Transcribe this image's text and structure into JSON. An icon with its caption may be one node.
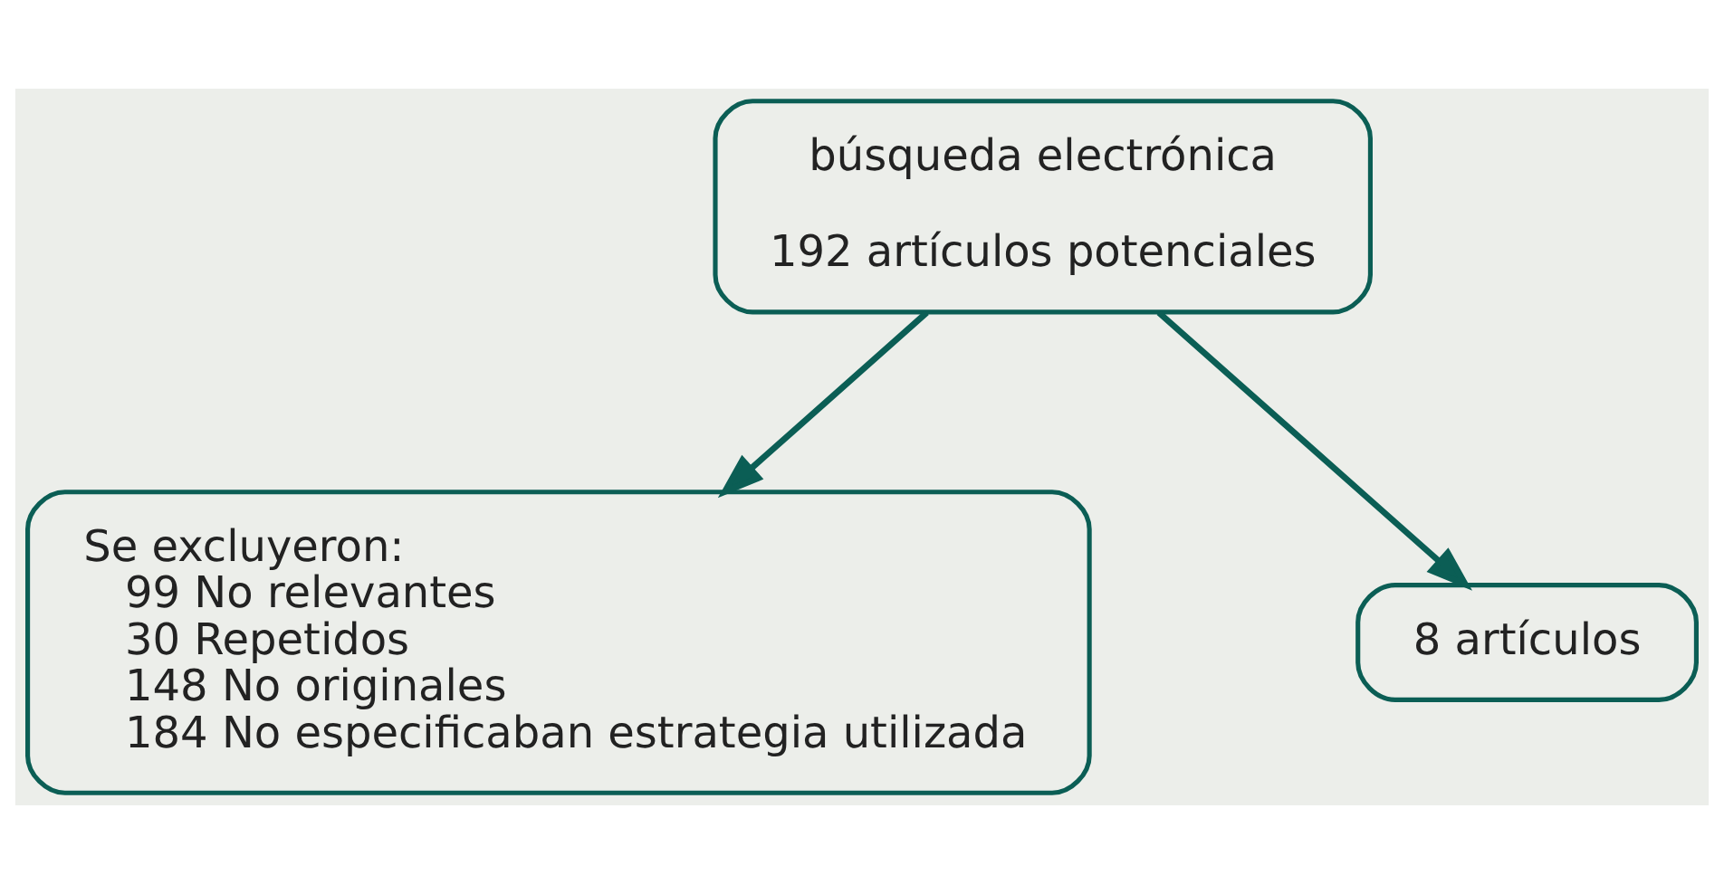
{
  "diagram": {
    "nodes": [
      {
        "text": [
          "búsqueda electrónica",
          "192 artículos potenciales"
        ]
      },
      {
        "text": [
          "Se excluyeron:",
          "99 No relevantes",
          "30 Repetidos",
          "148 No originales",
          "184 No especificaban estrategia utilizada"
        ]
      },
      {
        "text": [
          "8 artículos"
        ]
      }
    ],
    "edges": [
      {
        "from": 0,
        "to": 1,
        "arrow": "to"
      },
      {
        "from": 0,
        "to": 2,
        "arrow": "to"
      }
    ]
  }
}
